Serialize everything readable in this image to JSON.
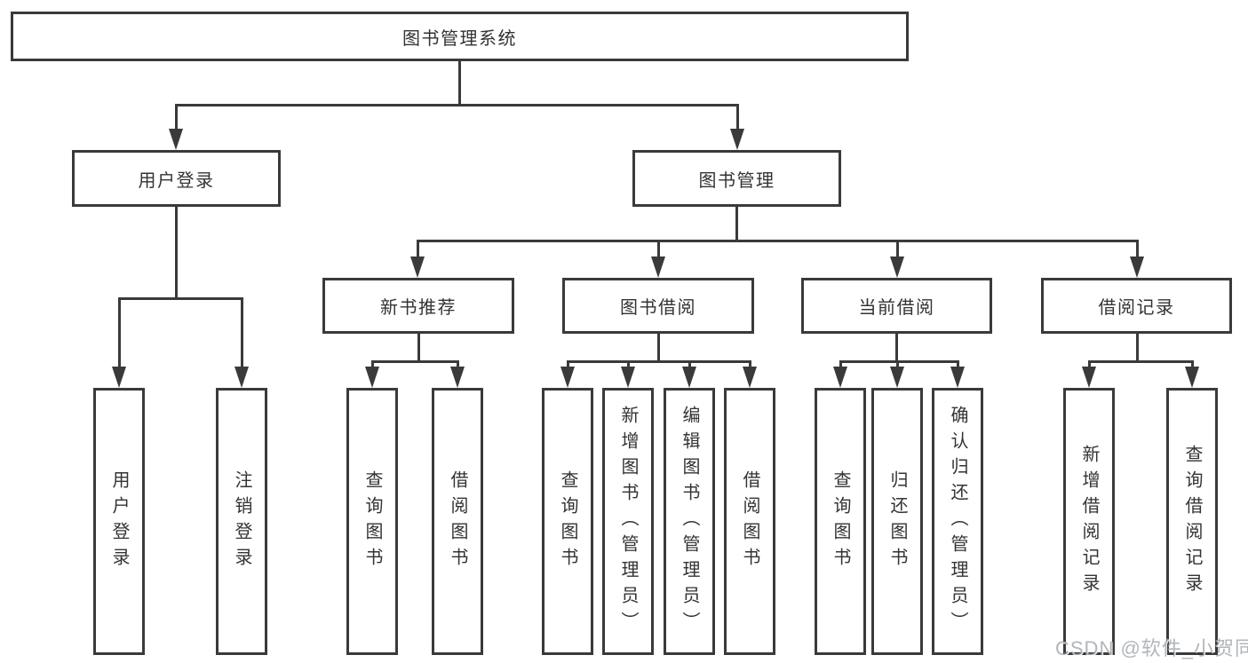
{
  "tree": {
    "root": {
      "label": "图书管理系统"
    },
    "branches": [
      {
        "label": "用户登录",
        "children": [
          {
            "label": "用户登录"
          },
          {
            "label": "注销登录"
          }
        ]
      },
      {
        "label": "图书管理",
        "sections": [
          {
            "label": "新书推荐",
            "children": [
              {
                "label": "查询图书"
              },
              {
                "label": "借阅图书"
              }
            ]
          },
          {
            "label": "图书借阅",
            "children": [
              {
                "label": "查询图书"
              },
              {
                "label": "新增图书（管理员）"
              },
              {
                "label": "编辑图书（管理员）"
              },
              {
                "label": "借阅图书"
              }
            ]
          },
          {
            "label": "当前借阅",
            "children": [
              {
                "label": "查询图书"
              },
              {
                "label": "归还图书"
              },
              {
                "label": "确认归还（管理员）"
              }
            ]
          },
          {
            "label": "借阅记录",
            "children": [
              {
                "label": "新增借阅记录"
              },
              {
                "label": "查询借阅记录"
              }
            ]
          }
        ]
      }
    ]
  },
  "watermark": {
    "text": "CSDN @软件_小贺同学"
  },
  "colors": {
    "line": "#3a3a3a",
    "text": "#333333",
    "background": "#ffffff",
    "watermark": "#949aa0"
  }
}
